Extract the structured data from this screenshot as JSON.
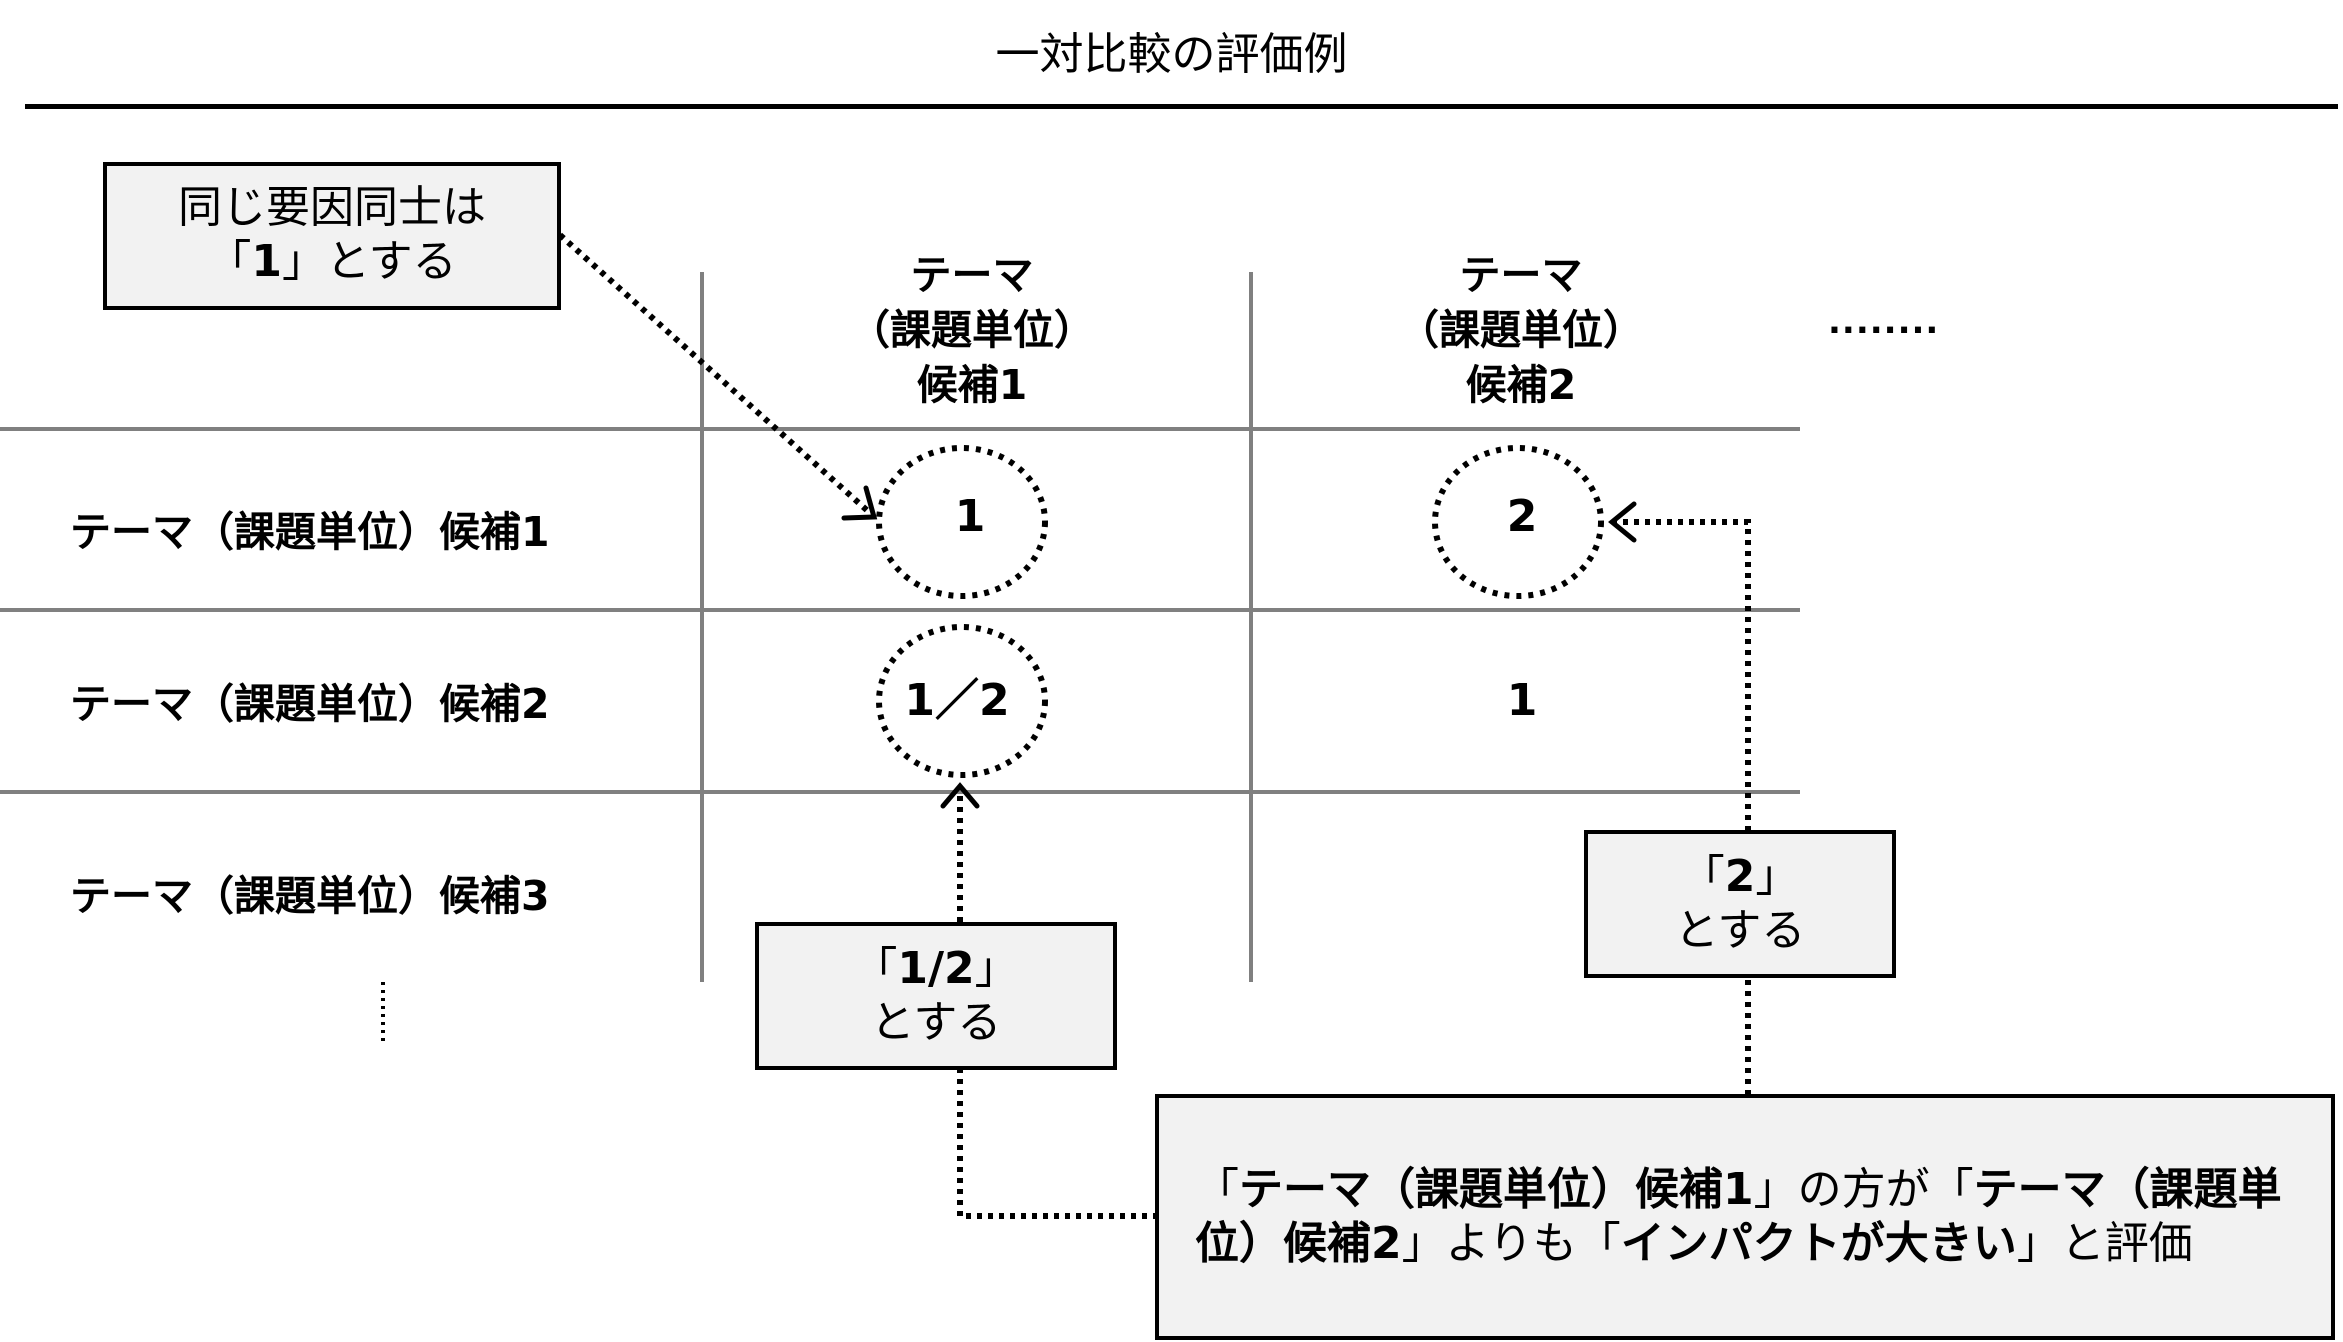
{
  "title": "一対比較の評価例",
  "columns": [
    {
      "line1": "テーマ",
      "line2": "（課題単位）",
      "line3": "候補1"
    },
    {
      "line1": "テーマ",
      "line2": "（課題単位）",
      "line3": "候補2"
    }
  ],
  "more_columns": "........",
  "rows": [
    {
      "label": "テーマ（課題単位）候補1",
      "values": [
        "1",
        "2"
      ]
    },
    {
      "label": "テーマ（課題単位）候補2",
      "values": [
        "1／2",
        "1"
      ]
    },
    {
      "label": "テーマ（課題単位）候補3",
      "values": [
        "",
        ""
      ]
    }
  ],
  "callouts": {
    "same_factor": {
      "line1": "同じ要因同士は",
      "line2_open": "「",
      "line2_bold": "1",
      "line2_close": "」とする"
    },
    "half": {
      "line1_open": "「",
      "line1_bold": "1/2",
      "line1_close": "」",
      "line2": "とする"
    },
    "two": {
      "line1_open": "「",
      "line1_bold": "2",
      "line1_close": "」",
      "line2": "とする"
    },
    "evaluation": {
      "a_open": "「",
      "a_bold": "テーマ（課題単位）候補1",
      "a_close": "」の方が「",
      "b_bold": "テーマ（課題単位）候補2",
      "b_close": "」よりも「",
      "c_bold": "インパクトが大きい",
      "c_close": "」と評価"
    }
  }
}
